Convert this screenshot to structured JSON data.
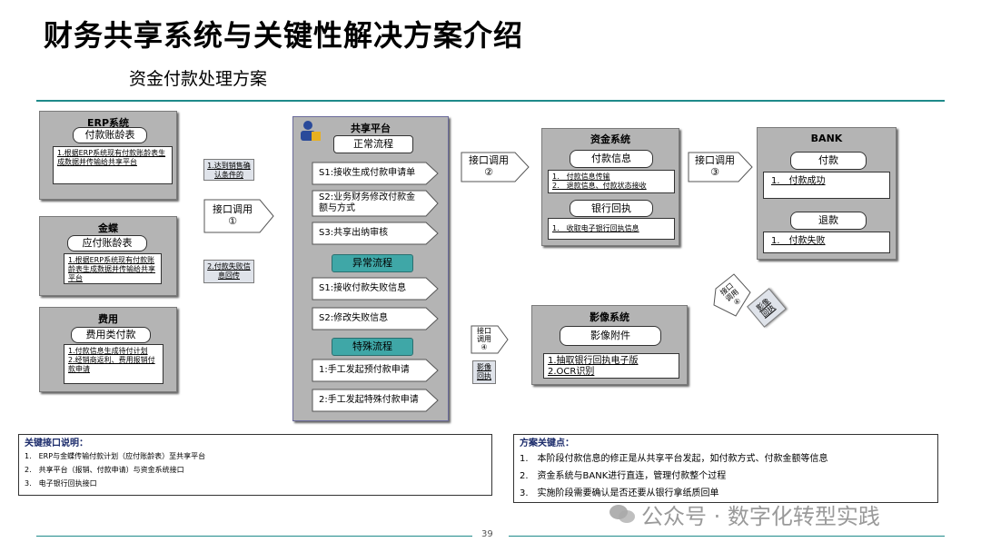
{
  "title": "财务共享系统与关键性解决方案介绍",
  "subtitle": "资金付款处理方案",
  "systems": {
    "erp": {
      "name": "ERP系统",
      "pill": "付款账龄表",
      "note": "1.根据ERP系统现有付款账龄表生成数据并传输给共享平台"
    },
    "kingdee": {
      "name": "金蝶",
      "pill": "应付账龄表",
      "note": "1.根据ERP系统现有付款账龄表生成数据并传输给共享平台"
    },
    "expense": {
      "name": "费用",
      "pill": "费用类付款",
      "note_lines": [
        "1.付款信息生成待付计划",
        "2.经销商返利、费用报销付款申请"
      ]
    },
    "share": {
      "name": "共享平台",
      "normal": "正常流程",
      "normal_steps": [
        "S1:接收生成付款申请单",
        "S2:业务财务修改付款金额与方式",
        "S3:共享出纳审核"
      ],
      "abnormal": "异常流程",
      "abnormal_steps": [
        "S1:接收付款失败信息",
        "S2:修改失败信息"
      ],
      "special": "特殊流程",
      "special_steps": [
        "1:手工发起预付款申请",
        "2:手工发起特殊付款申请"
      ]
    },
    "fund": {
      "name": "资金系统",
      "pill1": "付款信息",
      "note1_lines": [
        "1.　付款信息传输",
        "2.　退款信息、付款状态接收"
      ],
      "pill2": "银行回执",
      "note2": "1.　收取电子银行回执信息"
    },
    "bank": {
      "name": "BANK",
      "pill1": "付款",
      "note1": "1.　付款成功",
      "pill2": "退款",
      "note2": "1.　付款失败"
    },
    "image": {
      "name": "影像系统",
      "pill": "影像附件",
      "note_lines": [
        "1.抽取银行回执电子版",
        "2.OCR识别"
      ]
    }
  },
  "connectors": {
    "reach_condition": "1.达到销售确认条件的",
    "iface1": [
      "接口调用",
      "①"
    ],
    "fail_return": "2.付款失败信息回传",
    "iface2": [
      "接口调用",
      "②"
    ],
    "iface3": [
      "接口调用",
      "③"
    ],
    "iface4": [
      "接口",
      "调用",
      "④"
    ],
    "image_return": "影像回执",
    "iface4_diag": [
      "接口",
      "调用",
      "④"
    ],
    "image_return_diag": "影像回执"
  },
  "key_interfaces": {
    "heading": "关键接口说明：",
    "items": [
      "1.　ERP与金蝶传输付款计划（应付账龄表）至共享平台",
      "2.　共享平台（报销、付款申请）与资金系统接口",
      "3.　电子银行回执接口"
    ]
  },
  "key_points": {
    "heading": "方案关键点：",
    "items": [
      "1.　本阶段付款信息的修正是从共享平台发起，如付款方式、付款金额等信息",
      "2.　资金系统与BANK进行直连，管理付款整个过程",
      "3.　实施阶段需要确认是否还要从银行拿纸质回单"
    ]
  },
  "watermark": "公众号 · 数字化转型实践",
  "page_number": "39",
  "colors": {
    "accent": "#1f8a8a",
    "teal_pill": "#3fa7a7",
    "system_box": "#b4b4b4"
  }
}
